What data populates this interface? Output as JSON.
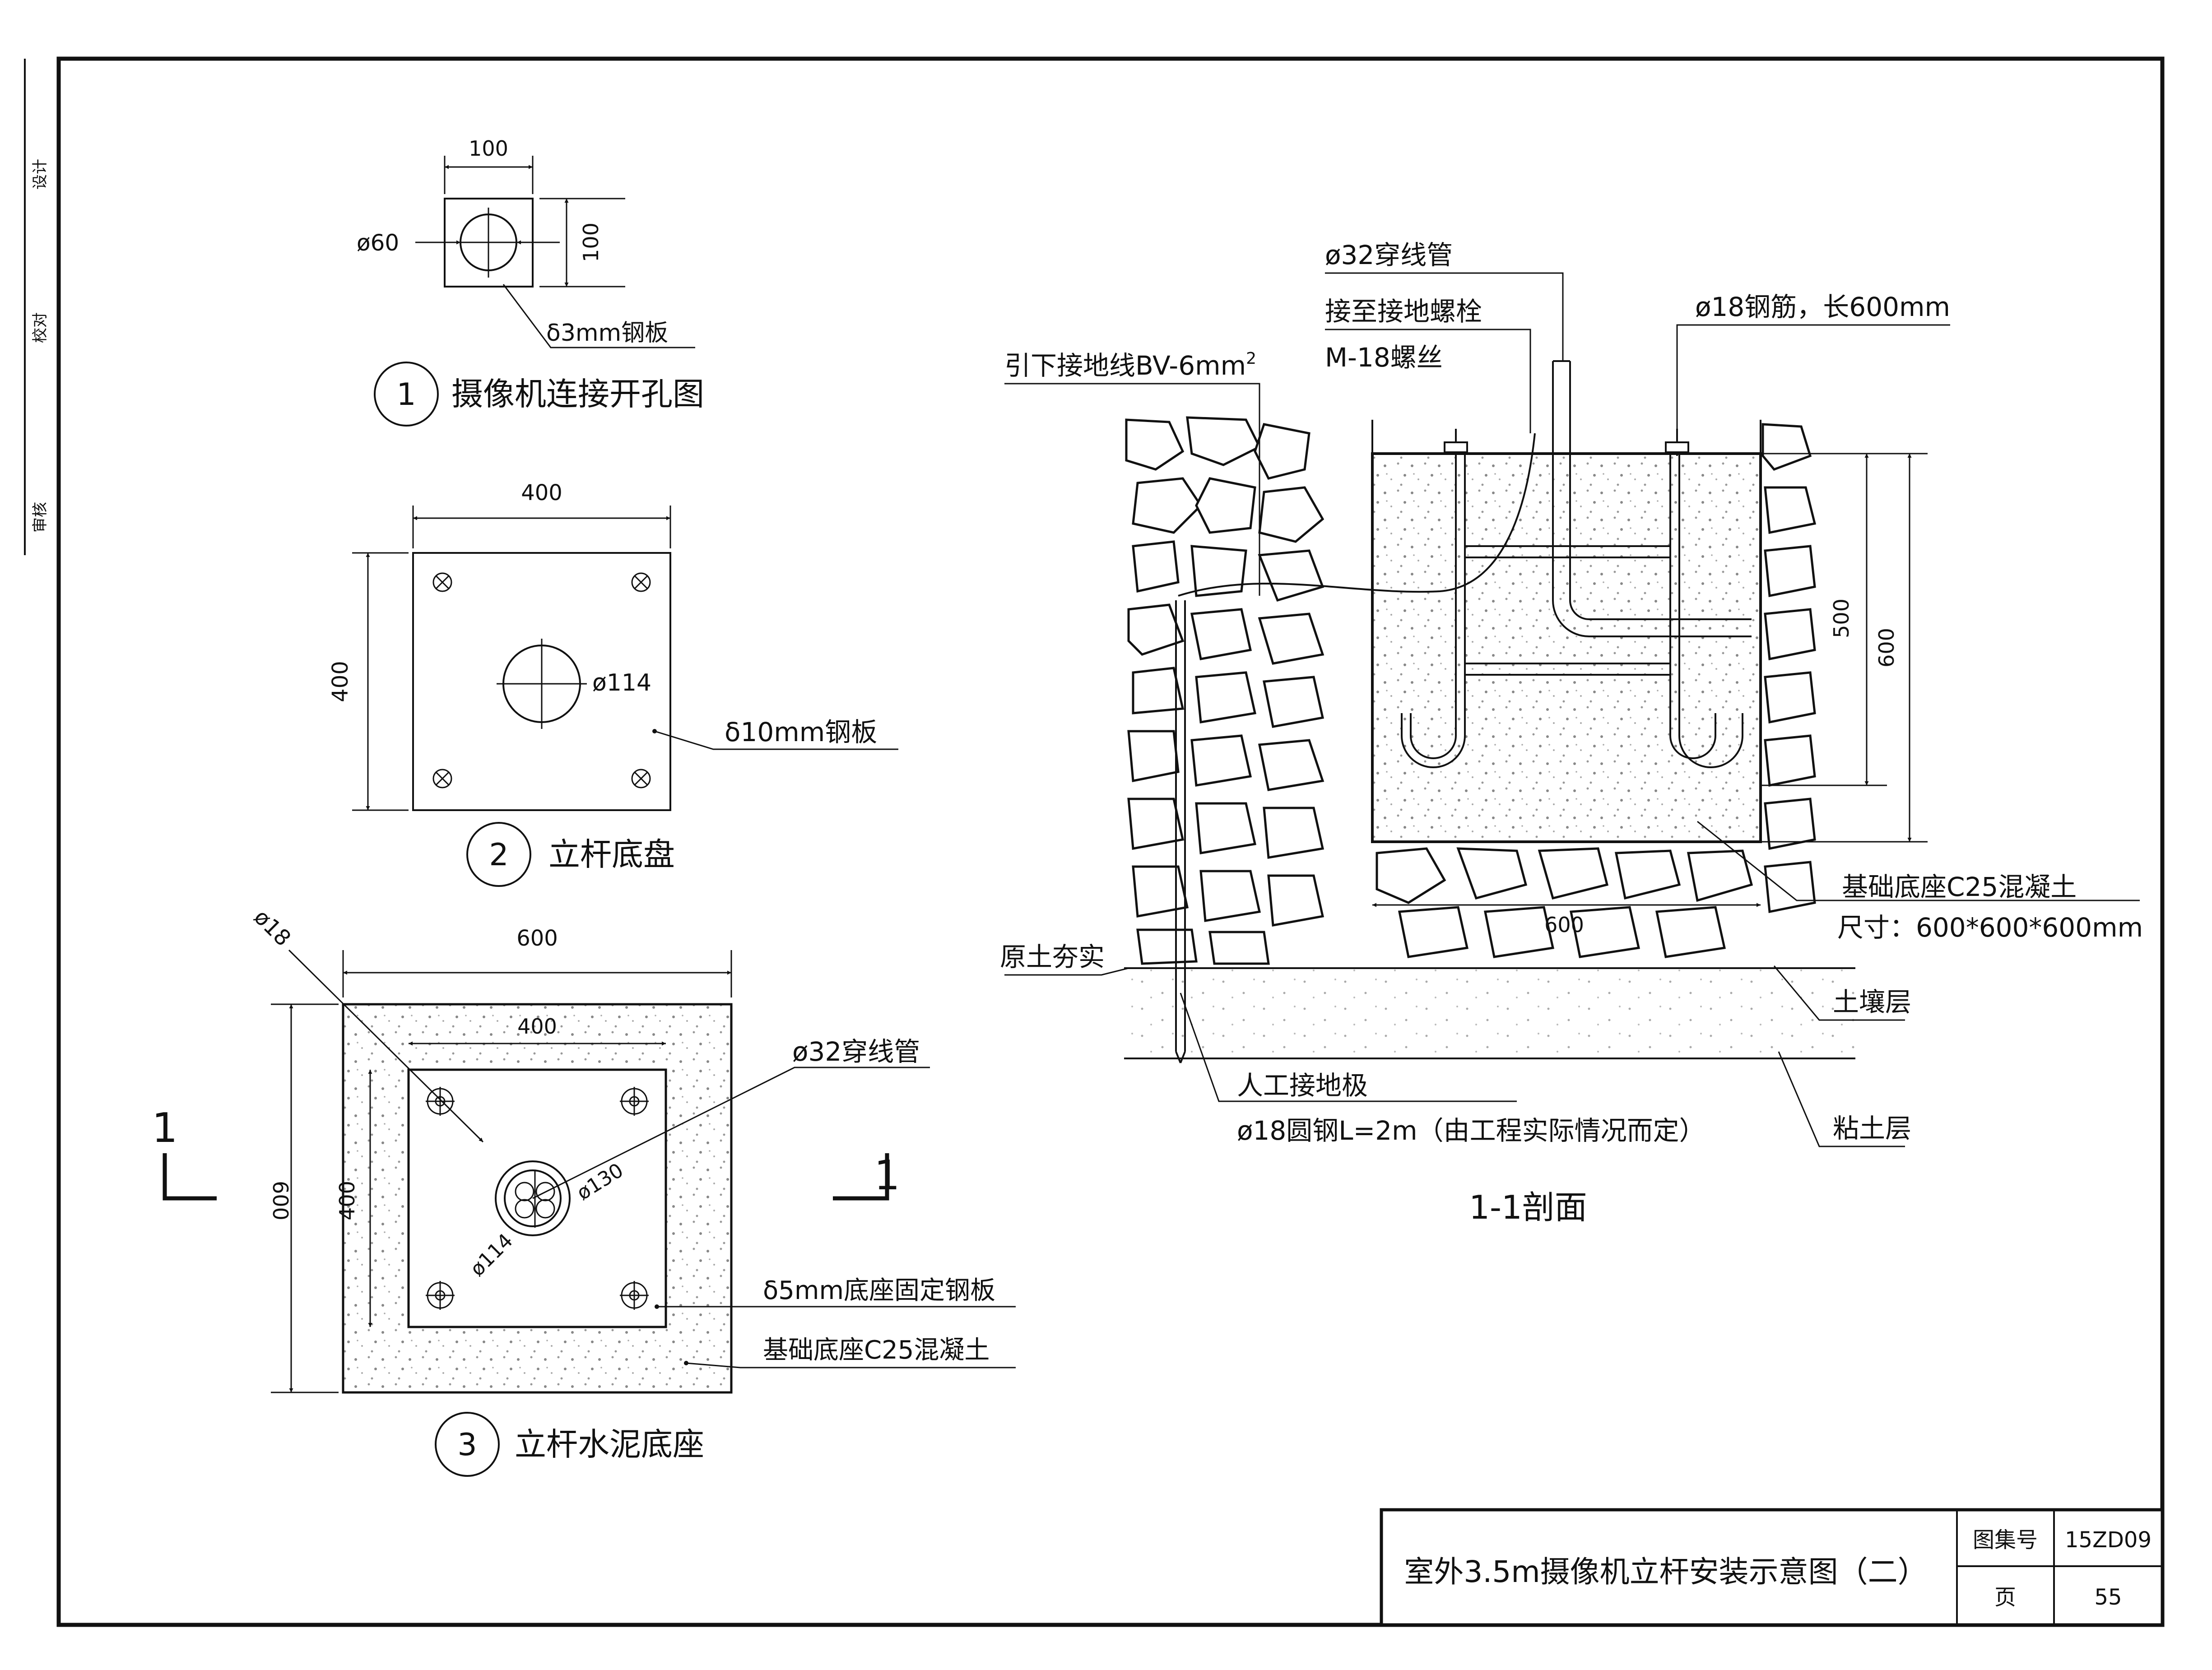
{
  "detail1": {
    "number": "1",
    "title": "摄像机连接开孔图",
    "dim_width": "100",
    "dim_height": "100",
    "hole": "ø60",
    "plate": "δ3mm钢板"
  },
  "detail2": {
    "number": "2",
    "title": "立杆底盘",
    "dim_width": "400",
    "dim_height": "400",
    "hole": "ø114",
    "plate": "δ10mm钢板"
  },
  "detail3": {
    "number": "3",
    "title": "立杆水泥底座",
    "dim_outer_width": "600",
    "dim_inner_width": "400",
    "dim_outer_height": "600",
    "dim_inner_height": "400",
    "bolt": "ø18",
    "conduit": "ø32穿线管",
    "ring_outer": "ø130",
    "ring_inner": "ø114",
    "plate": "δ5mm底座固定钢板",
    "concrete": "基础底座C25混凝土",
    "section_mark": "1"
  },
  "section": {
    "title": "1-1剖面",
    "conduit": "ø32穿线管",
    "ground_bolt_1": "接至接地螺栓",
    "ground_bolt_2": "M-18螺丝",
    "downlead": "引下接地线BV-6mm",
    "downlead_sup": "2",
    "rebar": "ø18钢筋，长600mm",
    "dim_500": "500",
    "dim_600_v": "600",
    "dim_600_h": "600",
    "base_1": "基础底座C25混凝土",
    "base_2": "尺寸：600*600*600mm",
    "rammed": "原土夯实",
    "soil": "土壤层",
    "clay": "粘土层",
    "electrode_1": "人工接地极",
    "electrode_2": "ø18圆钢L=2m（由工程实际情况而定）"
  },
  "title_block": {
    "title": "室外3.5m摄像机立杆安装示意图（二）",
    "atlas_label": "图集号",
    "atlas_no": "15ZD09",
    "page_label": "页",
    "page_no": "55"
  },
  "margin_text": [
    "审核",
    "校对",
    "设计"
  ]
}
